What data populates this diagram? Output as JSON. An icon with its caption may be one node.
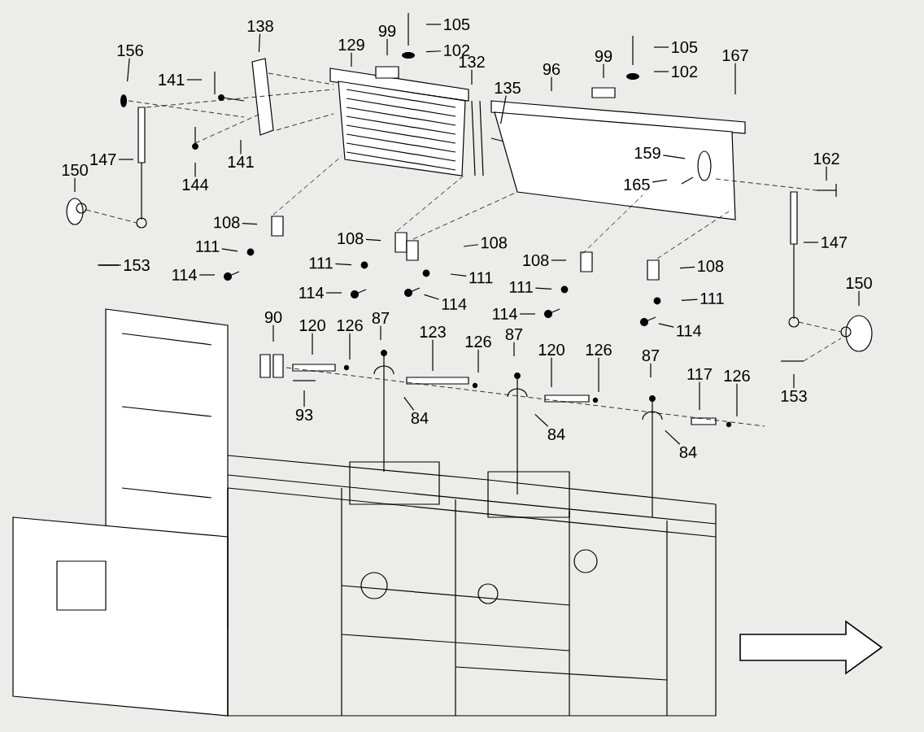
{
  "diagram": {
    "nodes": [
      {
        "text": [
          "156"
        ]
      },
      {
        "text": [
          "138"
        ]
      },
      {
        "text": [
          "141"
        ]
      },
      {
        "text": [
          "141"
        ]
      },
      {
        "text": [
          "147"
        ]
      },
      {
        "text": [
          "144"
        ]
      },
      {
        "text": [
          "150"
        ]
      },
      {
        "text": [
          "153"
        ]
      },
      {
        "text": [
          "129"
        ]
      },
      {
        "text": [
          "99"
        ]
      },
      {
        "text": [
          "105"
        ]
      },
      {
        "text": [
          "102"
        ]
      },
      {
        "text": [
          "132"
        ]
      },
      {
        "text": [
          "135"
        ]
      },
      {
        "text": [
          "96"
        ]
      },
      {
        "text": [
          "99"
        ]
      },
      {
        "text": [
          "105"
        ]
      },
      {
        "text": [
          "102"
        ]
      },
      {
        "text": [
          "167"
        ]
      },
      {
        "text": [
          "159"
        ]
      },
      {
        "text": [
          "165"
        ]
      },
      {
        "text": [
          "162"
        ]
      },
      {
        "text": [
          "147"
        ]
      },
      {
        "text": [
          "150"
        ]
      },
      {
        "text": [
          "153"
        ]
      },
      {
        "text": [
          "108"
        ]
      },
      {
        "text": [
          "111"
        ]
      },
      {
        "text": [
          "114"
        ]
      },
      {
        "text": [
          "108"
        ]
      },
      {
        "text": [
          "111"
        ]
      },
      {
        "text": [
          "114"
        ]
      },
      {
        "text": [
          "108"
        ]
      },
      {
        "text": [
          "111"
        ]
      },
      {
        "text": [
          "114"
        ]
      },
      {
        "text": [
          "108"
        ]
      },
      {
        "text": [
          "111"
        ]
      },
      {
        "text": [
          "114"
        ]
      },
      {
        "text": [
          "108"
        ]
      },
      {
        "text": [
          "111"
        ]
      },
      {
        "text": [
          "114"
        ]
      },
      {
        "text": [
          "90"
        ]
      },
      {
        "text": [
          "120"
        ]
      },
      {
        "text": [
          "126"
        ]
      },
      {
        "text": [
          "87"
        ]
      },
      {
        "text": [
          "123"
        ]
      },
      {
        "text": [
          "126"
        ]
      },
      {
        "text": [
          "87"
        ]
      },
      {
        "text": [
          "120"
        ]
      },
      {
        "text": [
          "126"
        ]
      },
      {
        "text": [
          "87"
        ]
      },
      {
        "text": [
          "117"
        ]
      },
      {
        "text": [
          "126"
        ]
      },
      {
        "text": [
          "93"
        ]
      },
      {
        "text": [
          "84"
        ]
      },
      {
        "text": [
          "84"
        ]
      },
      {
        "text": [
          "84"
        ]
      }
    ],
    "edges": [
      {
        "from": 0,
        "to": null,
        "arrow": "none"
      },
      {
        "from": 1,
        "to": null,
        "arrow": "none"
      },
      {
        "from": 2,
        "to": null,
        "arrow": "none"
      },
      {
        "from": 3,
        "to": null,
        "arrow": "none"
      },
      {
        "from": 4,
        "to": null,
        "arrow": "none"
      },
      {
        "from": 5,
        "to": null,
        "arrow": "none"
      },
      {
        "from": 6,
        "to": null,
        "arrow": "none"
      },
      {
        "from": 7,
        "to": null,
        "arrow": "none"
      },
      {
        "from": 8,
        "to": null,
        "arrow": "none"
      },
      {
        "from": 9,
        "to": null,
        "arrow": "none"
      },
      {
        "from": 10,
        "to": null,
        "arrow": "none"
      },
      {
        "from": 11,
        "to": null,
        "arrow": "none"
      },
      {
        "from": 12,
        "to": null,
        "arrow": "none"
      },
      {
        "from": 13,
        "to": null,
        "arrow": "none"
      },
      {
        "from": 14,
        "to": null,
        "arrow": "none"
      },
      {
        "from": 15,
        "to": null,
        "arrow": "none"
      },
      {
        "from": 16,
        "to": null,
        "arrow": "none"
      },
      {
        "from": 17,
        "to": null,
        "arrow": "none"
      },
      {
        "from": 18,
        "to": null,
        "arrow": "none"
      },
      {
        "from": 19,
        "to": null,
        "arrow": "none"
      },
      {
        "from": 20,
        "to": null,
        "arrow": "none"
      },
      {
        "from": 21,
        "to": null,
        "arrow": "none"
      },
      {
        "from": 22,
        "to": null,
        "arrow": "none"
      },
      {
        "from": 23,
        "to": null,
        "arrow": "none"
      },
      {
        "from": 24,
        "to": null,
        "arrow": "none"
      },
      {
        "from": 25,
        "to": null,
        "arrow": "none"
      },
      {
        "from": 26,
        "to": null,
        "arrow": "none"
      },
      {
        "from": 27,
        "to": null,
        "arrow": "none"
      },
      {
        "from": 28,
        "to": null,
        "arrow": "none"
      },
      {
        "from": 29,
        "to": null,
        "arrow": "none"
      },
      {
        "from": 30,
        "to": null,
        "arrow": "none"
      },
      {
        "from": 31,
        "to": null,
        "arrow": "none"
      },
      {
        "from": 32,
        "to": null,
        "arrow": "none"
      },
      {
        "from": 33,
        "to": null,
        "arrow": "none"
      },
      {
        "from": 34,
        "to": null,
        "arrow": "none"
      },
      {
        "from": 35,
        "to": null,
        "arrow": "none"
      },
      {
        "from": 36,
        "to": null,
        "arrow": "none"
      },
      {
        "from": 37,
        "to": null,
        "arrow": "none"
      },
      {
        "from": 38,
        "to": null,
        "arrow": "none"
      },
      {
        "from": 39,
        "to": null,
        "arrow": "none"
      },
      {
        "from": 40,
        "to": null,
        "arrow": "none"
      },
      {
        "from": 41,
        "to": null,
        "arrow": "none"
      },
      {
        "from": 42,
        "to": null,
        "arrow": "none"
      },
      {
        "from": 43,
        "to": null,
        "arrow": "none"
      },
      {
        "from": 44,
        "to": null,
        "arrow": "none"
      },
      {
        "from": 45,
        "to": null,
        "arrow": "none"
      },
      {
        "from": 46,
        "to": null,
        "arrow": "none"
      },
      {
        "from": 47,
        "to": null,
        "arrow": "none"
      },
      {
        "from": 48,
        "to": null,
        "arrow": "none"
      },
      {
        "from": 49,
        "to": null,
        "arrow": "none"
      },
      {
        "from": 50,
        "to": null,
        "arrow": "none"
      },
      {
        "from": 51,
        "to": null,
        "arrow": "none"
      },
      {
        "from": 52,
        "to": null,
        "arrow": "none"
      },
      {
        "from": 53,
        "to": null,
        "arrow": "none"
      },
      {
        "from": 54,
        "to": null,
        "arrow": "none"
      },
      {
        "from": 55,
        "to": null,
        "arrow": "none"
      }
    ]
  }
}
